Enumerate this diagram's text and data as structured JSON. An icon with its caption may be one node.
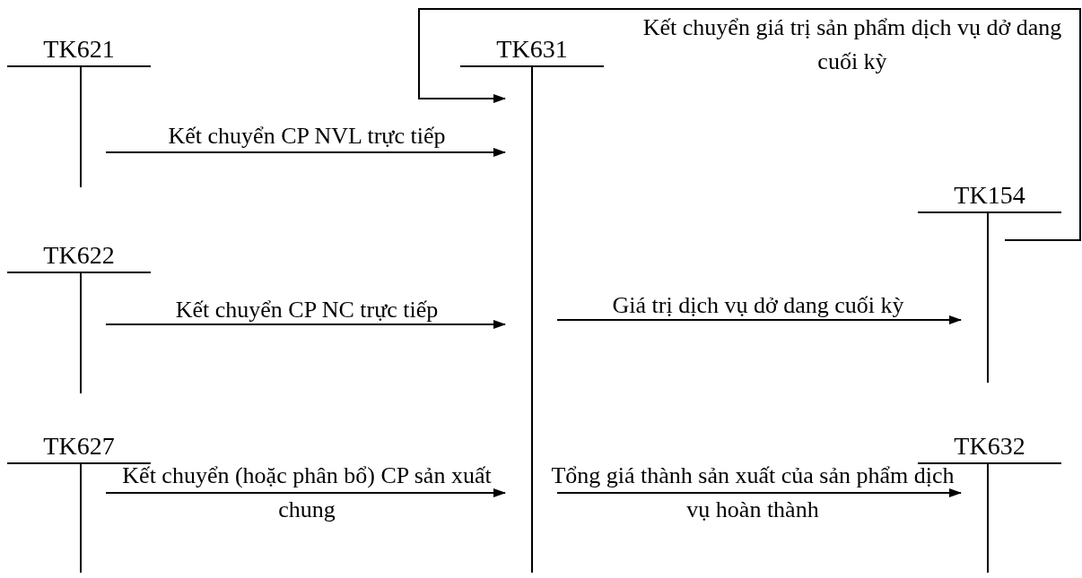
{
  "diagram": {
    "nodes": [
      {
        "text": [
          "TK621"
        ]
      },
      {
        "text": [
          "TK631"
        ]
      },
      {
        "text": [
          "TK622"
        ]
      },
      {
        "text": [
          "TK154"
        ]
      },
      {
        "text": [
          "TK627"
        ]
      },
      {
        "text": [
          "TK632"
        ]
      }
    ],
    "edges": [
      {
        "from": 0,
        "to": 1,
        "arrow": "to",
        "label": "Kết chuyển CP NVL trực tiếp"
      },
      {
        "from": 2,
        "to": 1,
        "arrow": "to",
        "label": "Kết chuyển CP NC trực tiếp"
      },
      {
        "from": 4,
        "to": 1,
        "arrow": "to",
        "label": "Kết chuyển (hoặc phân bổ) CP sản xuất chung"
      },
      {
        "from": 1,
        "to": 3,
        "arrow": "to",
        "label": "Giá trị dịch vụ dở dang cuối kỳ"
      },
      {
        "from": 1,
        "to": 5,
        "arrow": "to",
        "label": "Tổng giá thành sản xuất của sản phẩm dịch vụ hoàn thành"
      },
      {
        "from": 3,
        "to": 1,
        "arrow": "to",
        "label": "Kết chuyển giá trị sản phẩm dịch vụ dở dang cuối kỳ"
      }
    ]
  }
}
